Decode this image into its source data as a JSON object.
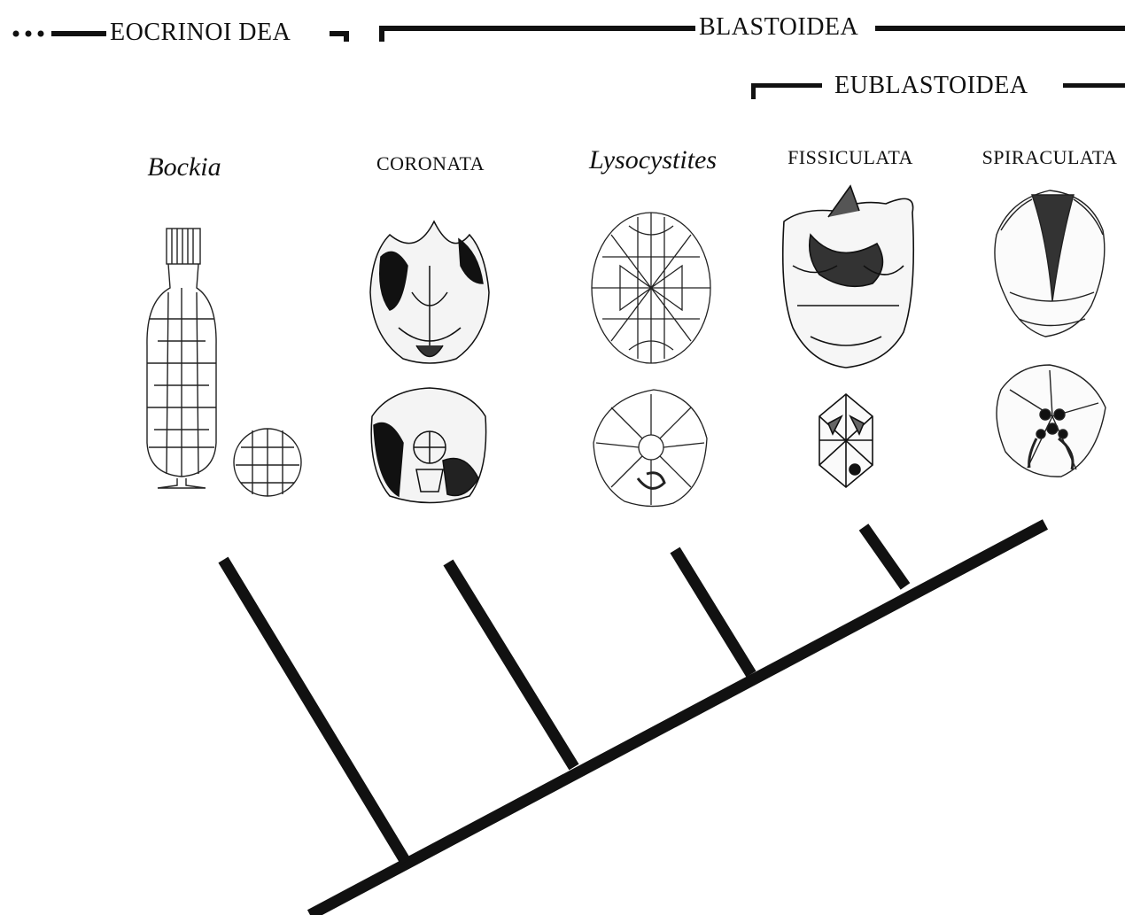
{
  "group_labels": {
    "eocrinoidea": "EOCRINOI DEA",
    "blastoidea": "BLASTOIDEA",
    "eublastoidea": "EUBLASTOIDEA"
  },
  "taxa": [
    {
      "name": "Bockia",
      "style": "italic"
    },
    {
      "name": "CORONATA",
      "style": "caps"
    },
    {
      "name": "Lysocystites",
      "style": "italic"
    },
    {
      "name": "FISSICULATA",
      "style": "caps"
    },
    {
      "name": "SPIRACULATA",
      "style": "caps"
    }
  ],
  "colors": {
    "ink": "#111111",
    "background": "#ffffff"
  }
}
